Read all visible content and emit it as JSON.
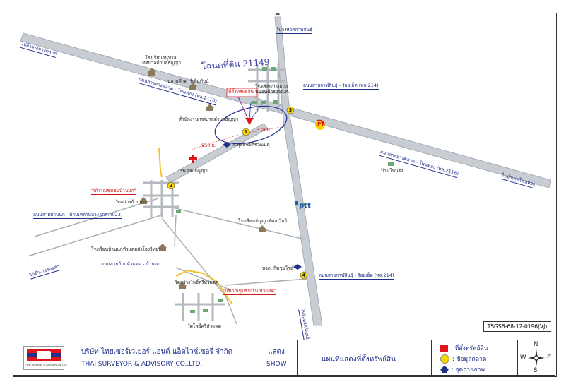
{
  "handwriting": "โฉนดที่ดิน 21149",
  "roads": {
    "top_dest": "ไปจังหวัดกาฬสินธุ์",
    "left_top_dest": "ไปอำเภอยางตลาด",
    "right_dest": "ไปอำเภอโพนทอง",
    "left_bottom_dest": "ไปอำเภอร่องคำ",
    "bottom_dest": "ไปจังหวัดร้อยเอ็ด",
    "main_road_upper": "ถนนสายยางตลาด - โพนทอง (ทล.2116)",
    "main_road_lower": "ถนนสายยางตลาด - โพนทอง (ทล.2116)",
    "north_south_upper": "ถนนสายกาฬสินธุ์ - ร้อยเอ็ด (ทล.214)",
    "north_south_lower": "ถนนสายกาฬสินธุ์ - ร้อยเอ็ด (ทล.214)",
    "road_bannok_laolang": "ถนนสายบ้านนก - บ้านเหล่าหลวง (กส.4023)",
    "road_huatad_bannok": "ถนนสายบ้านหัวแดด - บ้านนก"
  },
  "places": {
    "school_thai": "โรงเรียนอนุบาล\nเทศบาลตำบลธัญญา",
    "poplar": "ปลายศักดาร์เส้นทับน์",
    "property_tag": "ที่ตั้งทรัพย์สิน",
    "school2": "โรงเรียนบ้านเปง\nนนอนตำรวจต.ค.",
    "municipality": "สำนักงานเทศบาลตำบลธัญญา",
    "temple_phutthachai": "ส.พุทธิชัยศิรวัฒนคุ",
    "hospital": "รพ.สต.ธัญญา",
    "community_bannok": "\"บริเวณชุมชนบ้านนก\"",
    "wat_bannok": "วัดสว่างบ้านนก",
    "school_thanyapattana": "โรงเรียนธัญญาพัฒนวิทย์",
    "school_bannok_huatad": "โรงเรียนบ้านนกหัวแดดสังโฮงวิทยา",
    "company": "บจก. กิมชุนไชย์",
    "wat_huatad": "วัดสว่างโพธิ์ศรีหัวแดด",
    "community_huatad": "\"บริเวณชุมชนบ้านหัวแดด\"",
    "wat_phosri": "วัดโพธิ์ศรีหัวแดด",
    "ban_nong": "บ้านโนนรัง",
    "ptt": "ptt",
    "pt": "PT"
  },
  "distances": {
    "d1": "370 ม.",
    "d2": "950 ม."
  },
  "markers": [
    "1",
    "2",
    "3",
    "4"
  ],
  "reference": "TSGSB-68-12-0196(VJ)",
  "footer": {
    "company_thai": "บริษัท ไทยเซอร์เวเยอร์ แอนด์ แอ็ดไวซ์เซอรี่ จำกัด",
    "company_eng": "THAI SURVEYOR & ADVISORY CO.,LTD.",
    "logo_text": "Thai Surveyor & Advisory Co.,Ltd.",
    "show_thai": "แสดง",
    "show_eng": "SHOW",
    "map_title": "แผนที่แสดงที่ตั้งทรัพย์สิน",
    "legend": [
      {
        "label": ": ที่ตั้งทรัพย์สิน",
        "symbol": "red-square"
      },
      {
        "label": ": ข้อมูลตลาด",
        "symbol": "yellow-circle"
      },
      {
        "label": ": จุดถ่ายภาพ",
        "symbol": "camera-marker"
      }
    ],
    "compass": {
      "n": "N",
      "s": "S",
      "e": "E",
      "w": "W"
    }
  },
  "colors": {
    "road_fill": "#c8cdd3",
    "road_edge": "#9aa0a8",
    "property": "#e0141a",
    "market": "#f5d400",
    "label_blue": "#1f2f8a",
    "community_yellow": "#f2c12e"
  }
}
